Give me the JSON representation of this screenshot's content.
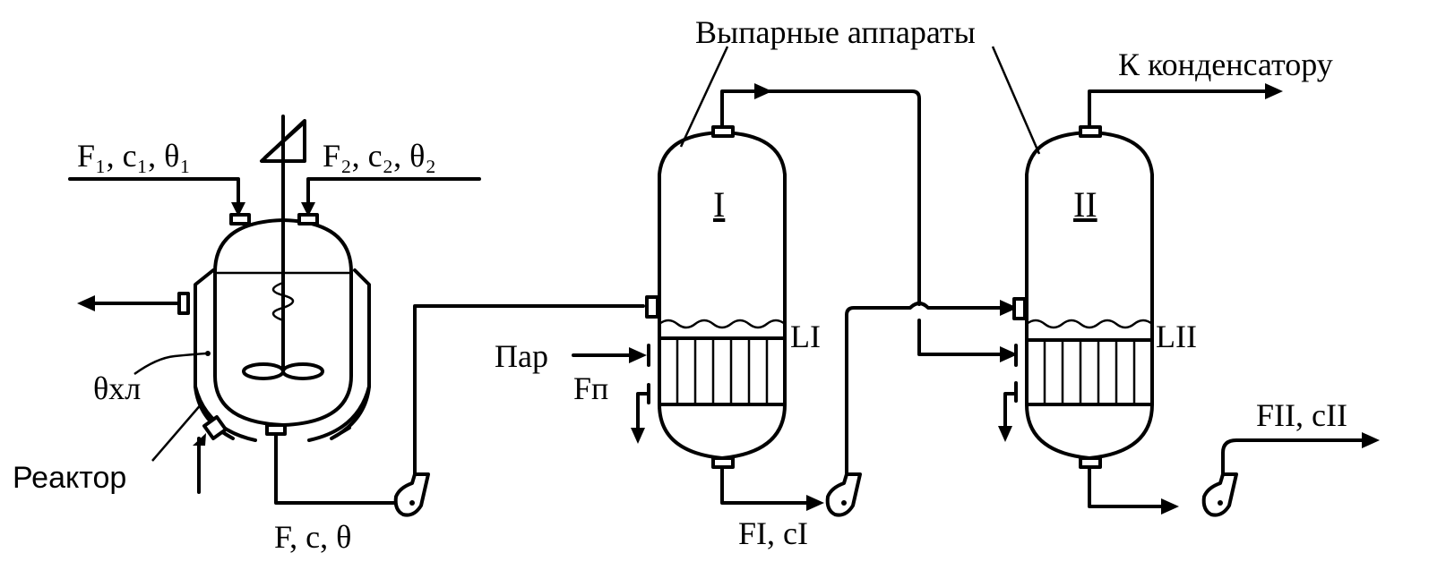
{
  "labels": {
    "evaporators_title": "Выпарные аппараты",
    "to_condenser": "К конденсатору",
    "reactor": "Реактор",
    "steam": "Пар",
    "feed1": "F₁, c₁, θ₁",
    "feed2": "F₂, c₂, θ₂",
    "coolant_temp": "θхл",
    "reactor_out": "F, c, θ",
    "steam_flow": "Fп",
    "level1": "LI",
    "level2": "LII",
    "out1": "FI, cI",
    "out2": "FII, cII",
    "vessel1_num": "I",
    "vessel2_num": "II"
  }
}
